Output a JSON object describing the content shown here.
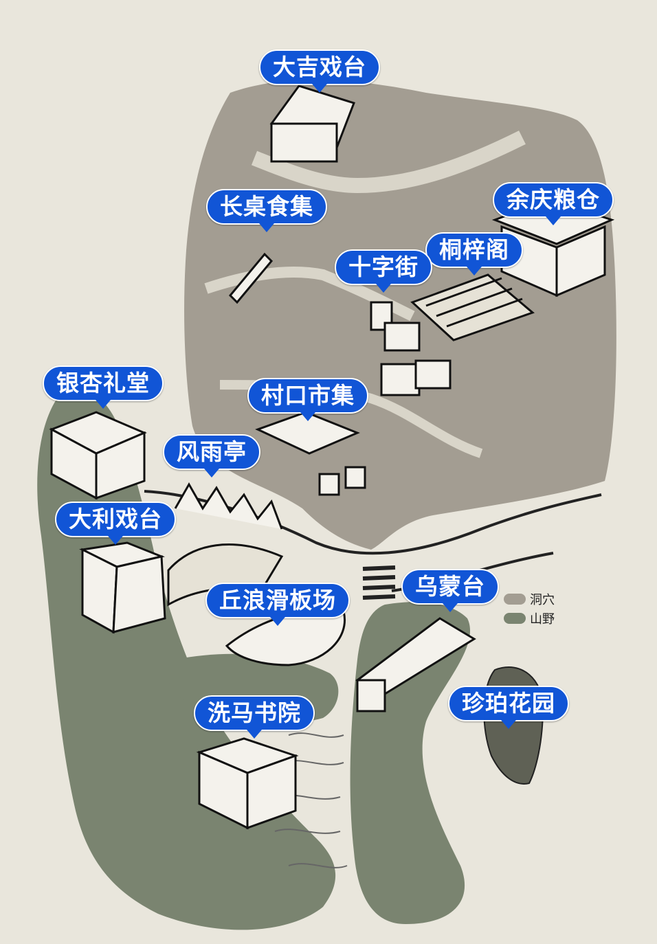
{
  "colors": {
    "background": "#e9e6dc",
    "cave_fill": "#a39d92",
    "wild_fill": "#7a8470",
    "pin_blue": "#1155d6",
    "pin_text": "#ffffff"
  },
  "legend": [
    {
      "label": "洞穴",
      "color": "#a39d92"
    },
    {
      "label": "山野",
      "color": "#7a8470"
    }
  ],
  "places": [
    {
      "key": "daji-stage",
      "label": "大吉戏台"
    },
    {
      "key": "long-table-market",
      "label": "长桌食集"
    },
    {
      "key": "yuqing-granary",
      "label": "余庆粮仓"
    },
    {
      "key": "tongzi-pavilion",
      "label": "桐梓阁"
    },
    {
      "key": "cross-street",
      "label": "十字街"
    },
    {
      "key": "ginkgo-hall",
      "label": "银杏礼堂"
    },
    {
      "key": "village-market",
      "label": "村口市集"
    },
    {
      "key": "wind-rain-pavilion",
      "label": "风雨亭"
    },
    {
      "key": "dali-stage",
      "label": "大利戏台"
    },
    {
      "key": "wave-skatepark",
      "label": "丘浪滑板场"
    },
    {
      "key": "wumeng-platform",
      "label": "乌蒙台"
    },
    {
      "key": "xima-academy",
      "label": "洗马书院"
    },
    {
      "key": "zhenpo-garden",
      "label": "珍珀花园"
    }
  ]
}
